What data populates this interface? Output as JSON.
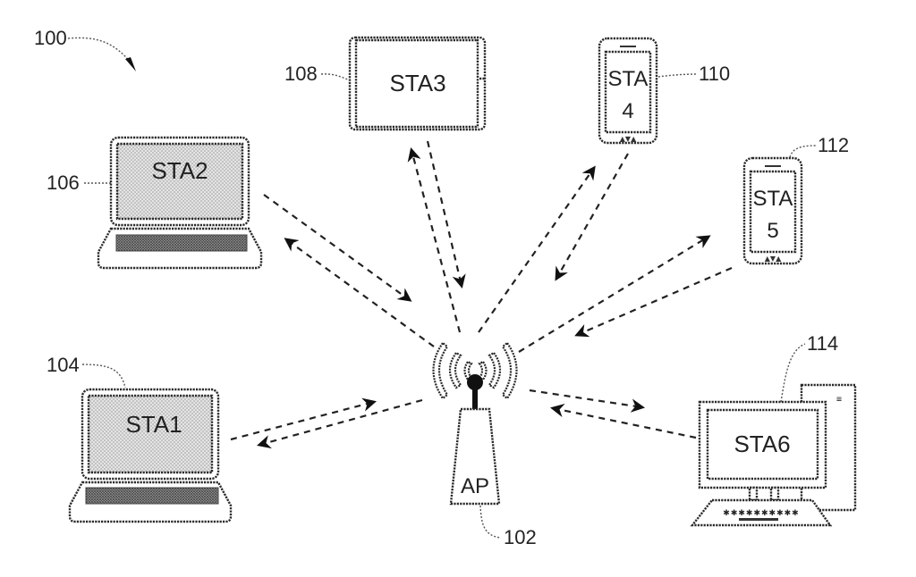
{
  "figure": {
    "reference": "100",
    "description": "Wireless network with an access point communicating with six stations"
  },
  "access_point": {
    "label": "AP",
    "reference": "102"
  },
  "stations": [
    {
      "id": "sta1",
      "label": "STA1",
      "reference": "104",
      "device": "laptop"
    },
    {
      "id": "sta2",
      "label": "STA2",
      "reference": "106",
      "device": "laptop"
    },
    {
      "id": "sta3",
      "label": "STA3",
      "reference": "108",
      "device": "tablet"
    },
    {
      "id": "sta4",
      "label_line1": "STA",
      "label_line2": "4",
      "reference": "110",
      "device": "smartphone"
    },
    {
      "id": "sta5",
      "label_line1": "STA",
      "label_line2": "5",
      "reference": "112",
      "device": "smartphone"
    },
    {
      "id": "sta6",
      "label": "STA6",
      "reference": "114",
      "device": "desktop-computer"
    }
  ],
  "links": [
    {
      "from": "AP",
      "to": "STA1",
      "style": "dashed-bidirectional"
    },
    {
      "from": "AP",
      "to": "STA2",
      "style": "dashed-bidirectional"
    },
    {
      "from": "AP",
      "to": "STA3",
      "style": "dashed-bidirectional"
    },
    {
      "from": "AP",
      "to": "STA4",
      "style": "dashed-bidirectional"
    },
    {
      "from": "AP",
      "to": "STA5",
      "style": "dashed-bidirectional"
    },
    {
      "from": "AP",
      "to": "STA6",
      "style": "dashed-bidirectional"
    }
  ]
}
